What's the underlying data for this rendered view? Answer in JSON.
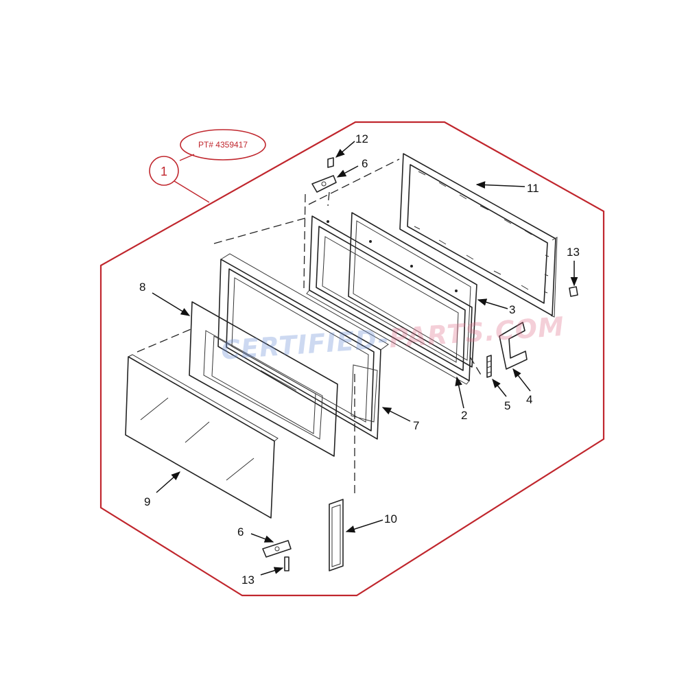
{
  "assembly": {
    "part_number_label": "PT# 4359417",
    "assembly_callout": "1",
    "colors": {
      "outline": "#c0262d",
      "ink": "#111111",
      "watermark_blue": "#6b8fd6",
      "watermark_red": "#e0708a"
    }
  },
  "watermark": {
    "part_a": "CERTIFIED-",
    "part_b": "PARTS.COM"
  },
  "callouts": {
    "c2": "2",
    "c3": "3",
    "c4": "4",
    "c5": "5",
    "c6_top": "6",
    "c6_bottom": "6",
    "c7": "7",
    "c8": "8",
    "c9": "9",
    "c10": "10",
    "c11": "11",
    "c12": "12",
    "c13_right": "13",
    "c13_bottom": "13"
  }
}
